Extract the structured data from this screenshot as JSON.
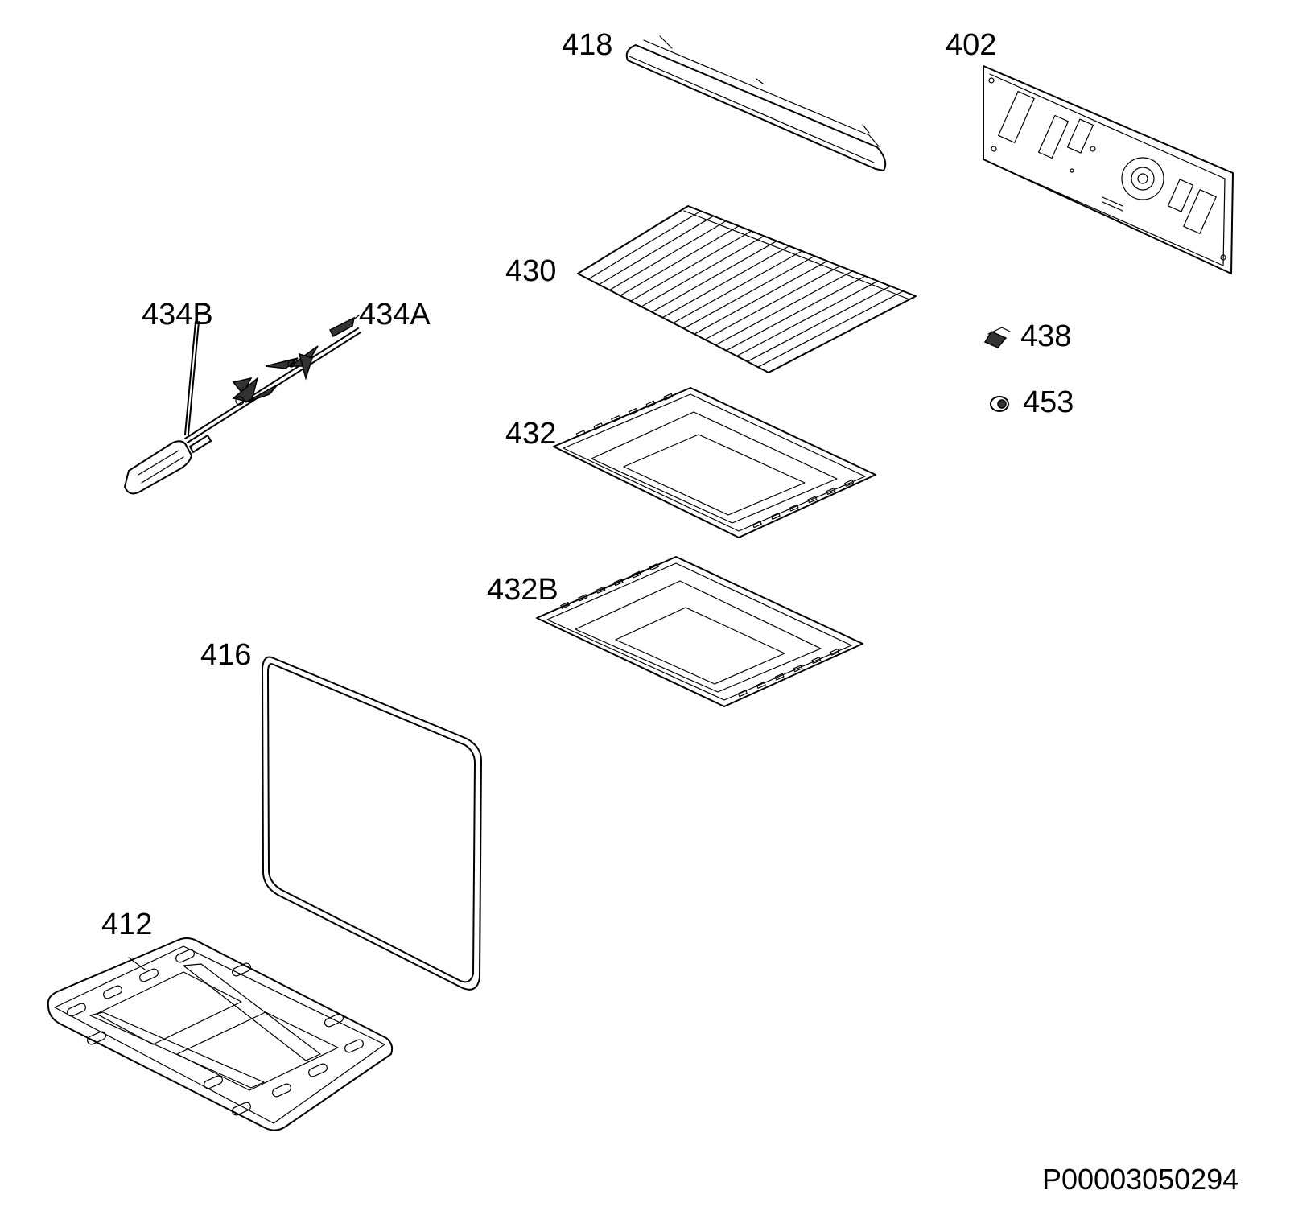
{
  "diagram": {
    "document_id": "P00003050294",
    "parts": [
      {
        "key": "p418",
        "label": "418"
      },
      {
        "key": "p402",
        "label": "402"
      },
      {
        "key": "p430",
        "label": "430"
      },
      {
        "key": "p434B",
        "label": "434B"
      },
      {
        "key": "p434A",
        "label": "434A"
      },
      {
        "key": "p438",
        "label": "438"
      },
      {
        "key": "p453",
        "label": "453"
      },
      {
        "key": "p432",
        "label": "432"
      },
      {
        "key": "p432B",
        "label": "432B"
      },
      {
        "key": "p416",
        "label": "416"
      },
      {
        "key": "p412",
        "label": "412"
      }
    ]
  }
}
